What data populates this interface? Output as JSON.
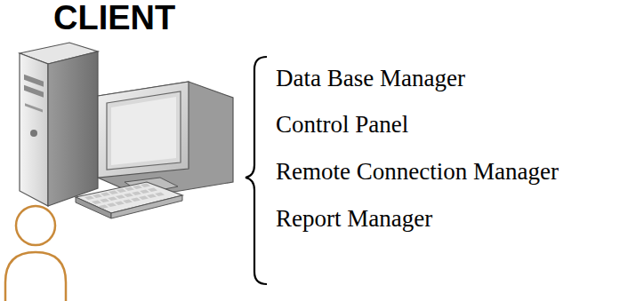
{
  "diagram": {
    "title": "CLIENT",
    "labels": [
      "Data Base Manager",
      "Control Panel",
      "Remote Connection Manager",
      "Report Manager"
    ]
  }
}
